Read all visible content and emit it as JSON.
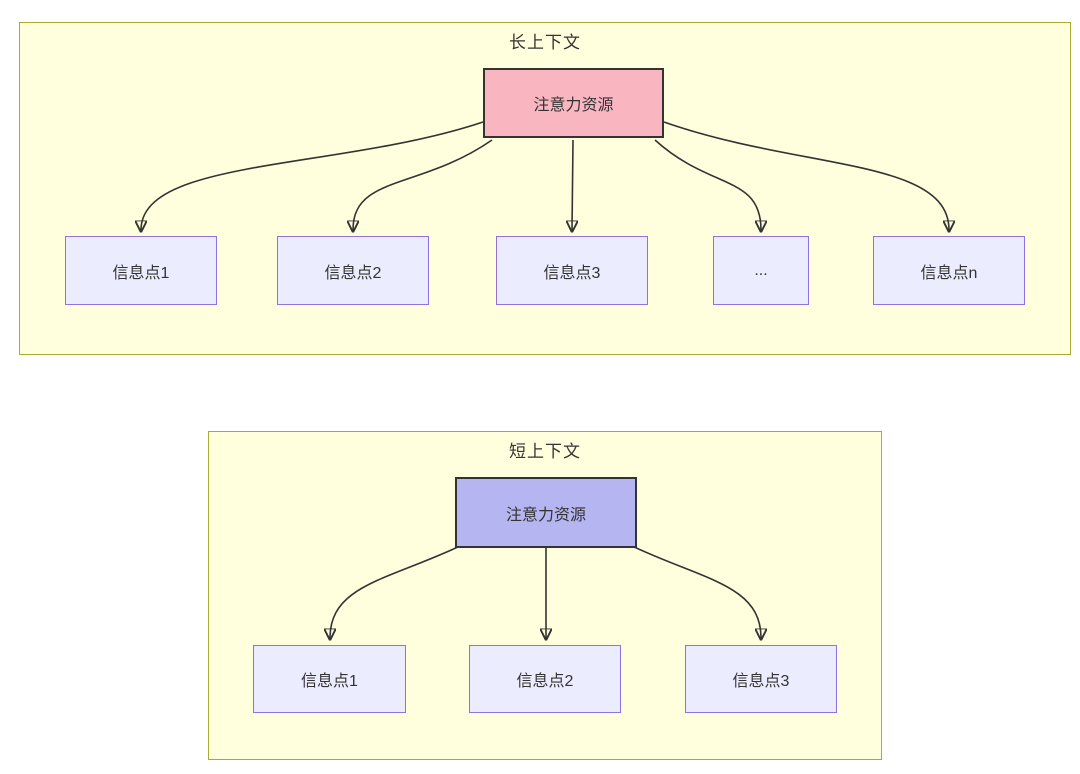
{
  "diagram": {
    "type": "flowchart-comparison",
    "panels": [
      {
        "title": "长上下文",
        "root": {
          "label": "注意力资源"
        },
        "children": [
          {
            "label": "信息点1"
          },
          {
            "label": "信息点2"
          },
          {
            "label": "信息点3"
          },
          {
            "label": "..."
          },
          {
            "label": "信息点n"
          }
        ]
      },
      {
        "title": "短上下文",
        "root": {
          "label": "注意力资源"
        },
        "children": [
          {
            "label": "信息点1"
          },
          {
            "label": "信息点2"
          },
          {
            "label": "信息点3"
          }
        ]
      }
    ],
    "colors": {
      "panel_fill": "#ffffde",
      "panel_border": "#aaaa33",
      "long_root_fill": "#f9b6c1",
      "short_root_fill": "#b5b5f2",
      "root_border": "#333333",
      "child_fill": "#ececff",
      "child_border": "#9370db",
      "edge": "#333333",
      "text": "#333333"
    }
  }
}
